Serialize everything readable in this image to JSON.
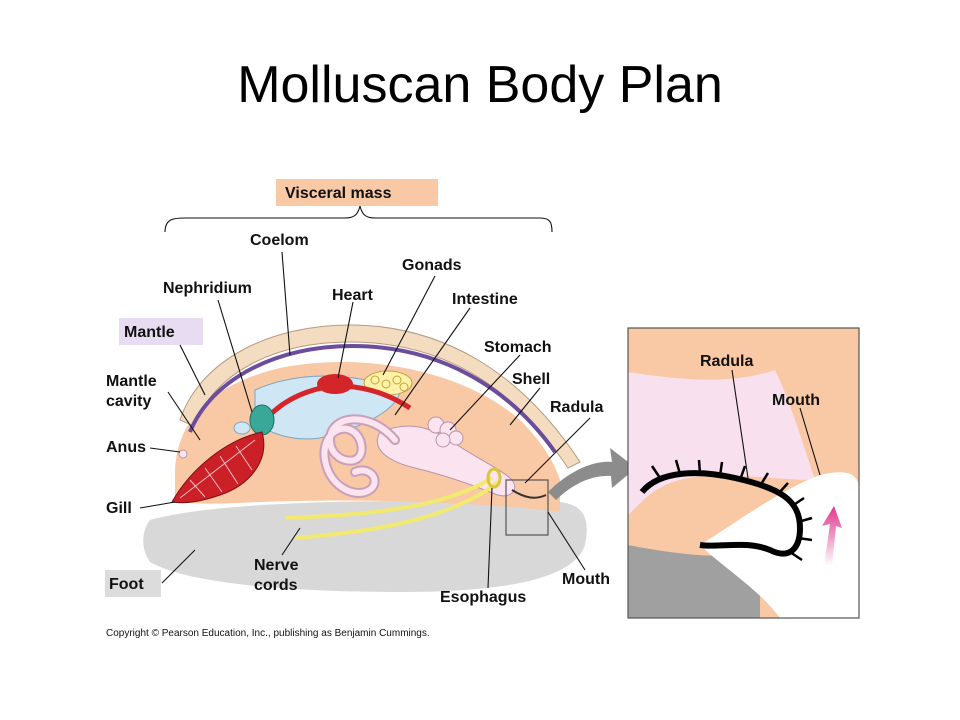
{
  "title": "Molluscan Body Plan",
  "labels": {
    "visceral_mass": "Visceral mass",
    "coelom": "Coelom",
    "gonads": "Gonads",
    "nephridium": "Nephridium",
    "heart": "Heart",
    "intestine": "Intestine",
    "mantle": "Mantle",
    "stomach": "Stomach",
    "shell": "Shell",
    "mantle_cavity_1": "Mantle",
    "mantle_cavity_2": "cavity",
    "radula": "Radula",
    "anus": "Anus",
    "gill": "Gill",
    "foot": "Foot",
    "nerve_cords_1": "Nerve",
    "nerve_cords_2": "cords",
    "esophagus": "Esophagus",
    "mouth": "Mouth",
    "inset_radula": "Radula",
    "inset_mouth": "Mouth"
  },
  "copyright": "Copyright © Pearson Education, Inc., publishing as Benjamin Cummings.",
  "colors": {
    "body": "#f9c8a4",
    "shell": "#f3dcc0",
    "mantle_line": "#6c4c9c",
    "coelom": "#cfe6f5",
    "heart": "#d4262a",
    "gill": "#cc2028",
    "gonads": "#fff2a8",
    "digestive": "#fbe3f0",
    "foot": "#d8d8d8",
    "nerve": "#f2ea70",
    "label_highlight_orange": "#f9c8a4",
    "label_highlight_purple": "#e7dcf2",
    "label_highlight_gray": "#dcdcdc"
  }
}
